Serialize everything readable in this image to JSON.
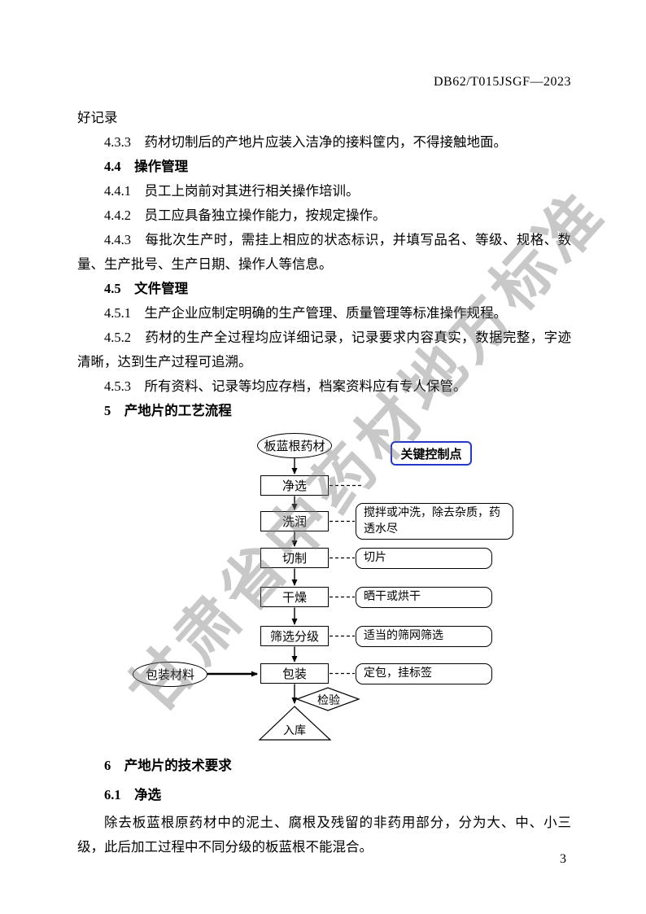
{
  "header": {
    "doc_code": "DB62/T015JSGF—2023"
  },
  "watermark": "甘肃省中药材地方标准",
  "paragraphs": [
    {
      "text": "好记录"
    },
    {
      "text": "4.3.3　药材切制后的产地片应装入洁净的接料筐内，不得接触地面。"
    },
    {
      "text": "4.4　操作管理"
    },
    {
      "text": "4.4.1　员工上岗前对其进行相关操作培训。"
    },
    {
      "text": "4.4.2　员工应具备独立操作能力，按规定操作。"
    },
    {
      "text": "4.4.3　每批次生产时，需挂上相应的状态标识，并填写品名、等级、规格、数量、生产批号、生产日期、操作人等信息。"
    },
    {
      "text": "4.5　文件管理"
    },
    {
      "text": "4.5.1　生产企业应制定明确的生产管理、质量管理等标准操作规程。"
    },
    {
      "text": "4.5.2　药材的生产全过程均应详细记录，记录要求内容真实，数据完整，字迹清晰，达到生产过程可追溯。"
    },
    {
      "text": "4.5.3　所有资料、记录等均应存档，档案资料应有专人保管。"
    },
    {
      "text": "5　产地片的工艺流程"
    }
  ],
  "flowchart": {
    "legend_label": "关键控制点",
    "legend_border_color": "#2438c8",
    "start_node": "板蓝根药材",
    "steps": [
      {
        "label": "净选",
        "note": ""
      },
      {
        "label": "洗润",
        "note": "搅拌或冲洗，除去杂质，药透水尽"
      },
      {
        "label": "切制",
        "note": "切片"
      },
      {
        "label": "干燥",
        "note": "晒干或烘干"
      },
      {
        "label": "筛选分级",
        "note": "适当的筛网筛选"
      },
      {
        "label": "包装",
        "note": "定包，挂标签"
      }
    ],
    "input_node": "包装材料",
    "decision_node": "检验",
    "end_node": "入库"
  },
  "after_flowchart": [
    {
      "text": "6　产地片的技术要求"
    },
    {
      "text": "6.1　净选"
    },
    {
      "text": "除去板蓝根原药材中的泥土、腐根及残留的非药用部分，分为大、中、小三级，此后加工过程中不同分级的板蓝根不能混合。"
    }
  ],
  "footer": {
    "page_number": "3"
  }
}
